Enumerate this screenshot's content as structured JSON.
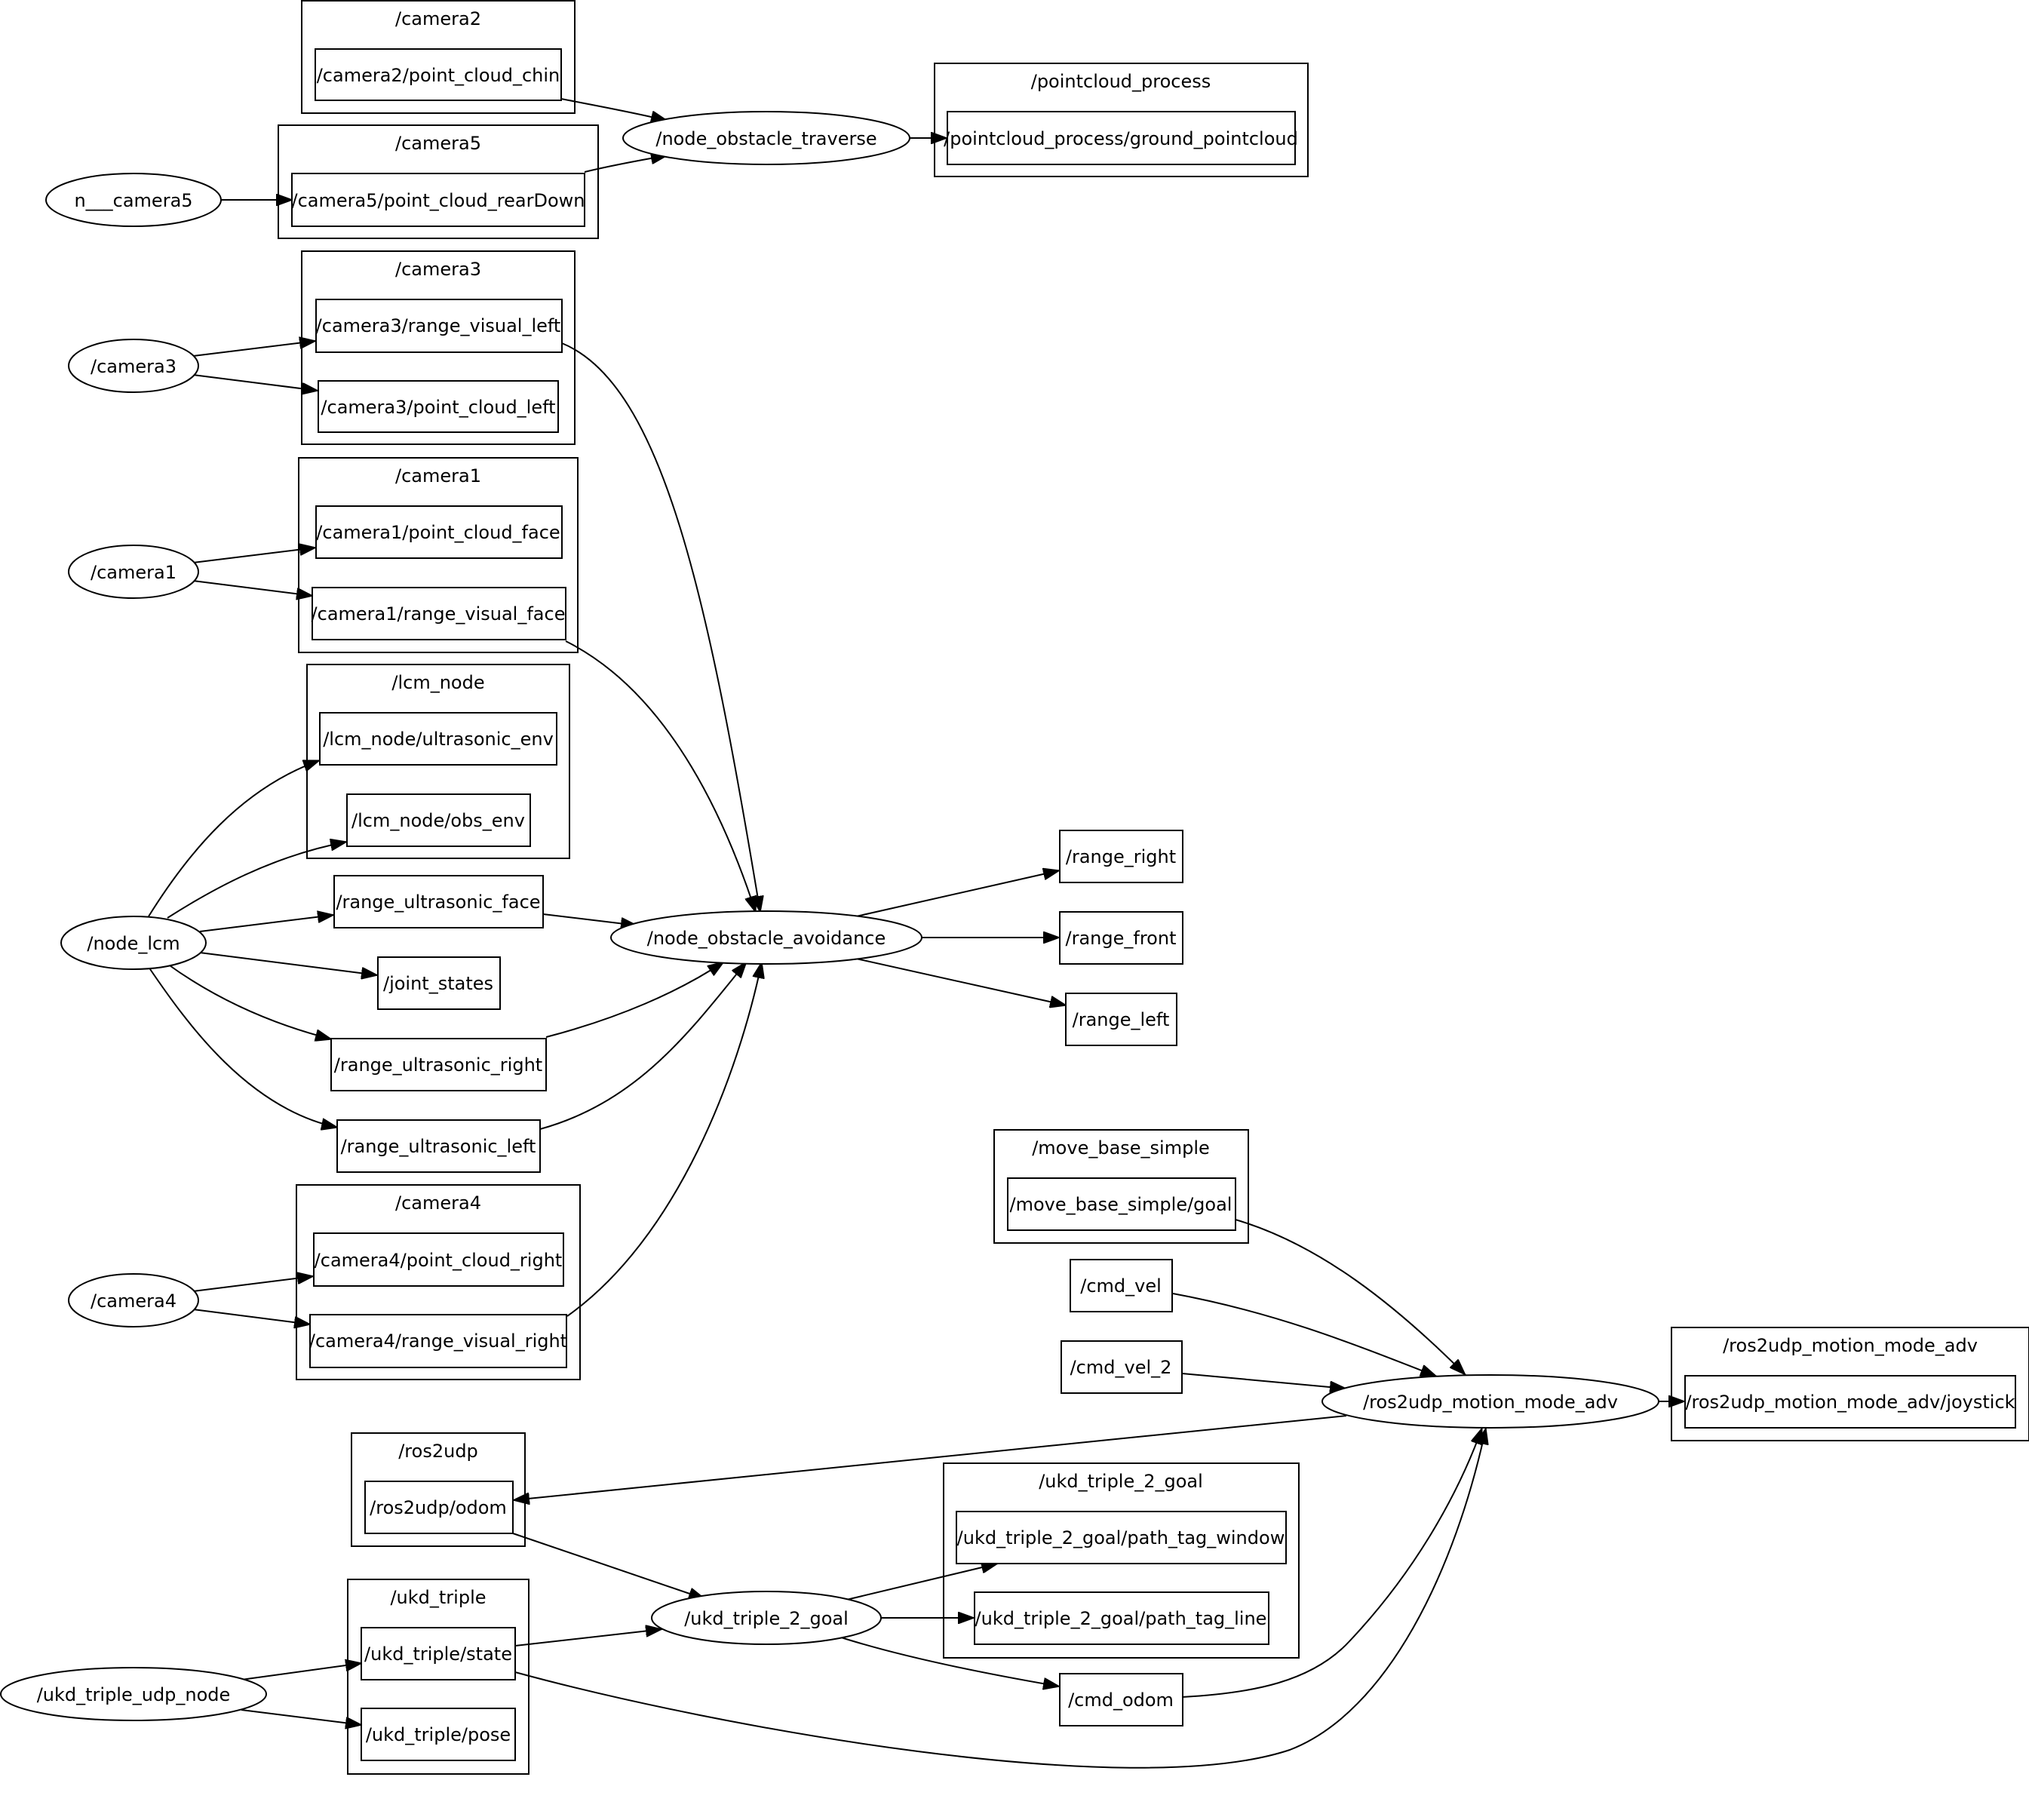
{
  "graph": {
    "clusters": {
      "camera2": "/camera2",
      "camera5": "/camera5",
      "pointcloud_process": "/pointcloud_process",
      "camera3": "/camera3",
      "camera1": "/camera1",
      "lcm_node": "/lcm_node",
      "camera4": "/camera4",
      "move_base_simple": "/move_base_simple",
      "ros2udp_motion_mode_adv": "/ros2udp_motion_mode_adv",
      "ros2udp": "/ros2udp",
      "ukd_triple_2_goal": "/ukd_triple_2_goal",
      "ukd_triple": "/ukd_triple"
    },
    "nodes": {
      "n_camera5": "n___camera5",
      "camera3": "/camera3",
      "camera1": "/camera1",
      "node_lcm": "/node_lcm",
      "camera4": "/camera4",
      "ukd_triple_udp_node": "/ukd_triple_udp_node",
      "node_obstacle_traverse": "/node_obstacle_traverse",
      "node_obstacle_avoidance": "/node_obstacle_avoidance",
      "ros2udp_motion_mode_adv": "/ros2udp_motion_mode_adv",
      "ukd_triple_2_goal": "/ukd_triple_2_goal"
    },
    "topics": {
      "camera2_point_cloud_chin": "/camera2/point_cloud_chin",
      "camera5_point_cloud_rearDown": "/camera5/point_cloud_rearDown",
      "ground_pointcloud": "/pointcloud_process/ground_pointcloud",
      "camera3_range_visual_left": "/camera3/range_visual_left",
      "camera3_point_cloud_left": "/camera3/point_cloud_left",
      "camera1_point_cloud_face": "/camera1/point_cloud_face",
      "camera1_range_visual_face": "/camera1/range_visual_face",
      "lcm_ultrasonic_env": "/lcm_node/ultrasonic_env",
      "lcm_obs_env": "/lcm_node/obs_env",
      "range_ultrasonic_face": "/range_ultrasonic_face",
      "joint_states": "/joint_states",
      "range_ultrasonic_right": "/range_ultrasonic_right",
      "range_ultrasonic_left": "/range_ultrasonic_left",
      "camera4_point_cloud_right": "/camera4/point_cloud_right",
      "camera4_range_visual_right": "/camera4/range_visual_right",
      "range_right": "/range_right",
      "range_front": "/range_front",
      "range_left": "/range_left",
      "move_base_goal": "/move_base_simple/goal",
      "cmd_vel": "/cmd_vel",
      "cmd_vel_2": "/cmd_vel_2",
      "joystick": "/ros2udp_motion_mode_adv/joystick",
      "ros2udp_odom": "/ros2udp/odom",
      "path_tag_window": "/ukd_triple_2_goal/path_tag_window",
      "path_tag_line": "/ukd_triple_2_goal/path_tag_line",
      "ukd_triple_state": "/ukd_triple/state",
      "ukd_triple_pose": "/ukd_triple/pose",
      "cmd_odom": "/cmd_odom"
    }
  }
}
